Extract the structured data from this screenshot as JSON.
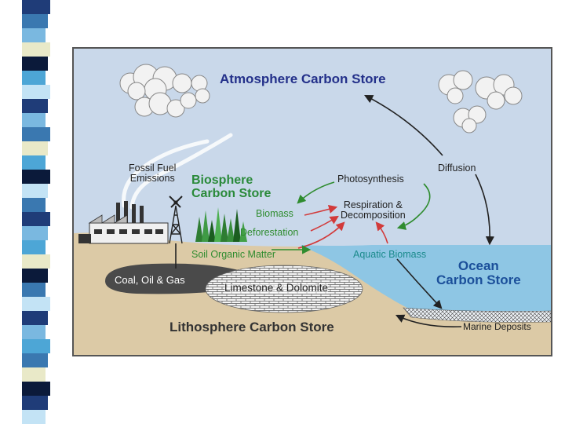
{
  "diagram": {
    "stores": {
      "atmosphere": "Atmosphere Carbon Store",
      "biosphere_line1": "Biosphere",
      "biosphere_line2": "Carbon Store",
      "ocean_line1": "Ocean",
      "ocean_line2": "Carbon Store",
      "lithosphere": "Lithosphere Carbon Store"
    },
    "labels": {
      "fossil_fuel_1": "Fossil Fuel",
      "fossil_fuel_2": "Emissions",
      "photosynthesis": "Photosynthesis",
      "diffusion": "Diffusion",
      "biomass": "Biomass",
      "respiration_1": "Respiration &",
      "respiration_2": "Decomposition",
      "deforestation": "Deforestation",
      "soil_organic_matter": "Soil Organic Matter",
      "aquatic_biomass": "Aquatic Biomass",
      "coal_oil_gas": "Coal, Oil & Gas",
      "limestone_dolomite": "Limestone & Dolomite",
      "marine_deposits": "Marine Deposits"
    }
  },
  "colors": {
    "sky": "#c9d8ea",
    "ocean": "#8ec6e4",
    "land": "#dccaa6",
    "fossil": "#4a4a4a",
    "arrow_green": "#2f8c2f",
    "arrow_red": "#d23a3a",
    "arrow_black": "#222222",
    "stripe": [
      "#1f3c78",
      "#3a78b0",
      "#7ab8e0",
      "#e9e9c8",
      "#0b1a3a",
      "#4da6d6",
      "#c3e3f5"
    ]
  }
}
